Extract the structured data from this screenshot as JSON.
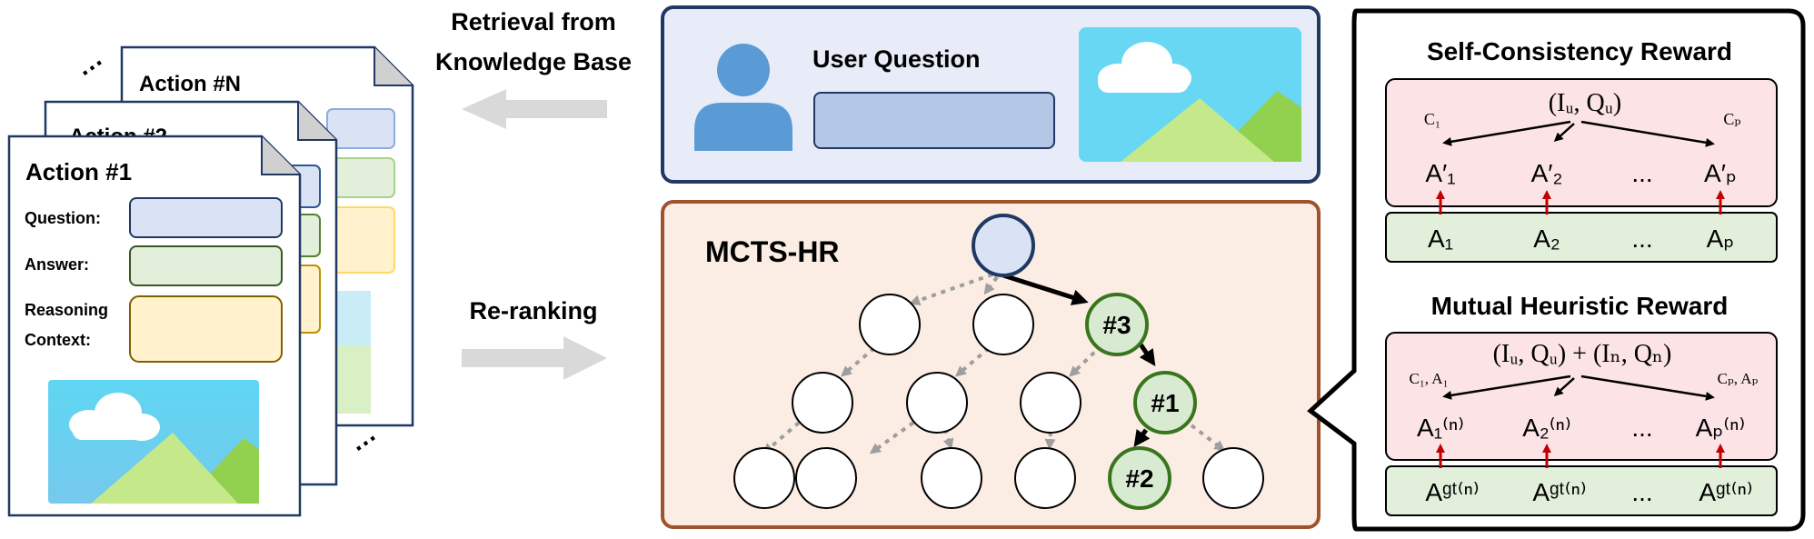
{
  "cards": {
    "front_title": "Action #1",
    "middle_title": "Action #2",
    "back_title": "Action #N",
    "question_label": "Question:",
    "answer_label": "Answer:",
    "reasoning_label_line1": "Reasoning",
    "reasoning_label_line2": "Context:",
    "ellipsis_top": "···",
    "ellipsis_bottom": "···",
    "question_color": "#dae3f3",
    "answer_color": "#e2efda",
    "reasoning_color": "#fff2cc"
  },
  "arrows": {
    "retrieval_line1": "Retrieval from",
    "retrieval_line2": "Knowledge Base",
    "reranking": "Re-ranking"
  },
  "user_panel": {
    "title": "User Question",
    "background": "#e8ecf8",
    "border": "#1f3864"
  },
  "mcts_panel": {
    "title": "MCTS-HR",
    "node_labels": [
      "#3",
      "#1",
      "#2"
    ],
    "background": "#fbede3",
    "border": "#a0522d",
    "highlight_fill": "#d9ead3",
    "highlight_stroke": "#38761d"
  },
  "reward_panel": {
    "self_consistency_title": "Self-Consistency Reward",
    "mutual_heuristic_title": "Mutual Heuristic Reward",
    "sc_root": "(Iᵤ, Qᵤ)",
    "sc_left_label": "C₁",
    "sc_right_label": "Cₚ",
    "sc_mid_items": [
      "A′₁",
      "A′₂",
      "...",
      "A′ₚ"
    ],
    "sc_bottom_items": [
      "A₁",
      "A₂",
      "...",
      "Aₚ"
    ],
    "mh_root": "(Iᵤ, Qᵤ) + (Iₙ, Qₙ)",
    "mh_left_label": "C₁, A₁",
    "mh_right_label": "Cₚ, Aₚ",
    "mh_mid_items": [
      "A₁⁽ⁿ⁾",
      "A₂⁽ⁿ⁾",
      "...",
      "Aₚ⁽ⁿ⁾"
    ],
    "mh_bottom_items": [
      "Aᵍᵗ⁽ⁿ⁾",
      "Aᵍᵗ⁽ⁿ⁾",
      "...",
      "Aᵍᵗ⁽ⁿ⁾"
    ],
    "pink_fill": "#fce4e6",
    "green_fill": "#e2efda"
  }
}
